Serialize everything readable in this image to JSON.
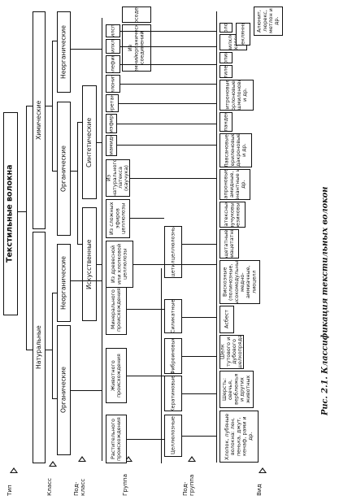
{
  "levels": [
    "Тип",
    "Класс",
    "Под-\nкласс",
    "Группа",
    "Под-\nгруппа",
    "Вид"
  ],
  "root": "Текстильные волокна",
  "types": [
    "Натуральные",
    "Химические"
  ],
  "classes": [
    "Органические",
    "Неорганические",
    "Органические",
    "Неорганические"
  ],
  "subclasses": [
    "Искусственные",
    "Синтетические"
  ],
  "groups": {
    "plant": "Растительного происхождения",
    "animal": "Животного происхождения",
    "mineral": "Минерального происхождения",
    "cellulose": "Из древесной или хлопковой целлюлозы",
    "esters": "Из сложных эфиров целлюлозы",
    "latex": "Из натурального латекса (каучука)",
    "polyamide": "Полиамидные",
    "polyester": "Полиэфирные",
    "polyurethane": "Полиуретановые",
    "polyacrylonitrile": "Полиакрилонитрильные",
    "polyolefin": "Полиолефиновые",
    "polyvinylchloride": "Поливинилхлоридные",
    "polyvinylalcohol": "Поливинилспиртовые",
    "siliceous": "Из кремнийорганических соединений",
    "metal": "Металлосодержащие"
  },
  "subgroups": {
    "celluloseP": "Целлюлозные",
    "keratin": "Кератиновые",
    "fibroin": "Фиброиновые",
    "silicate": "Силикатные",
    "acetyl": "Ацетилцеллюлозные"
  },
  "kinds": {
    "cotton": "Хлопок, лубяные волокна: лен, пенька, джут, кенаф, рами и др.",
    "wool": "Шерсть: овечья, верблюжья и других животных",
    "silk": "Шелк тутового и дубового шелкопряда",
    "asbestos": "Асбест",
    "viscose": "Вискозные (полинозные, высокомодульные, медно-аммиачные, лиоцелл",
    "acetate": "Ацетатные, триацетатные",
    "rubber": "Латексные, каучуковые, резиновые",
    "capron": "Капроновые, амидные, энантные и др.",
    "lavsan": "Лавсановые, териленовые, дакроновые и др.",
    "spandex": "Спандекс",
    "nitron": "Нитроновые, орлоновые, кашмилоновые и др.",
    "pe": "Полиэтиленовые",
    "pp": "Полипропиленовые",
    "pvc": "Поливинилхлоридные (ПВХ), хлориновые",
    "vinol": "Виноловые",
    "glass": "Стеклянные",
    "metal": "Алюнит, люрекс, метлон и др."
  },
  "caption": "Рис. 2.1. Классификация текстильных волокон"
}
